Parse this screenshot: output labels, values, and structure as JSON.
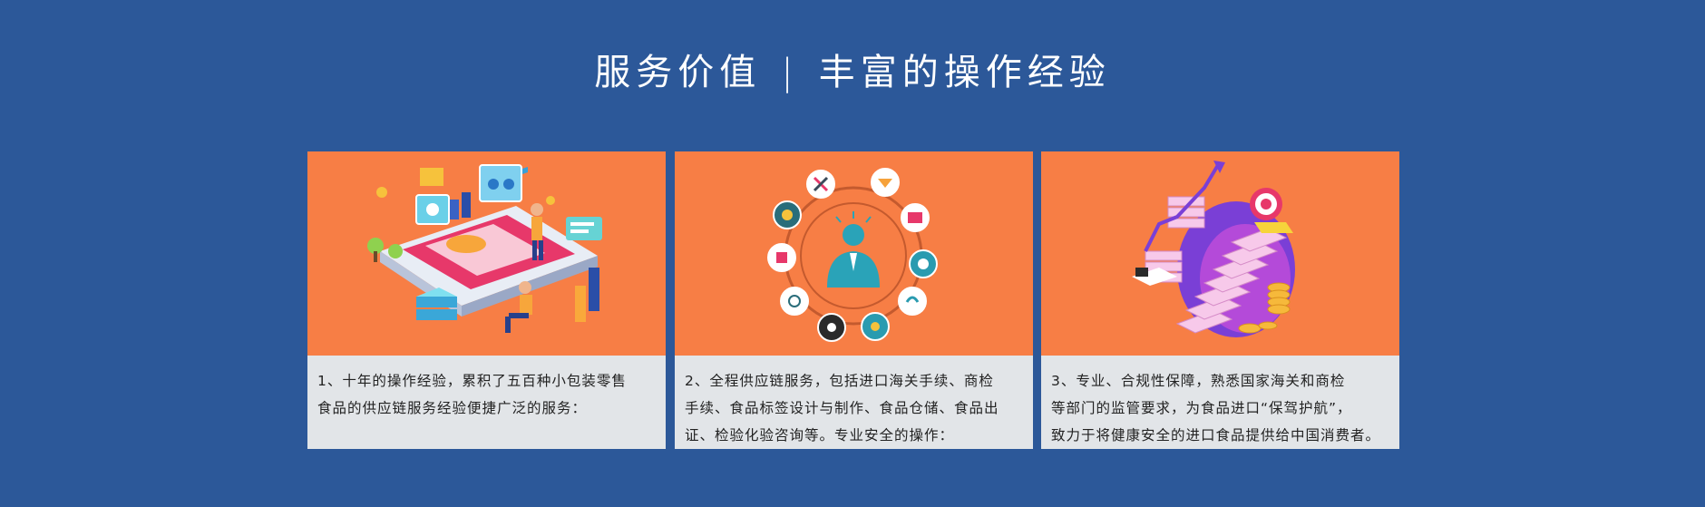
{
  "header": {
    "left": "服务价值",
    "separator": "|",
    "right": "丰富的操作经验"
  },
  "cards": [
    {
      "icon": "isometric-data-dashboard",
      "lines": [
        "1、十年的操作经验，累积了五百种小包装零售",
        "食品的供应链服务经验便捷广泛的服务："
      ]
    },
    {
      "icon": "service-cycle-businessman",
      "lines": [
        "2、全程供应链服务，包括进口海关手续、商检",
        "手续、食品标签设计与制作、食品仓储、食品出",
        "证、检验化验咨询等。专业安全的操作："
      ]
    },
    {
      "icon": "growth-stairs-target",
      "lines": [
        "3、专业、合规性保障，熟悉国家海关和商检",
        "等部门的监管要求，为食品进口“保驾护航”，",
        "致力于将健康安全的进口食品提供给中国消费者。"
      ]
    }
  ],
  "colors": {
    "background": "#2c5899",
    "card_image": "#f77e45",
    "card_text_bg": "#e2e5e8",
    "title": "#ffffff"
  }
}
